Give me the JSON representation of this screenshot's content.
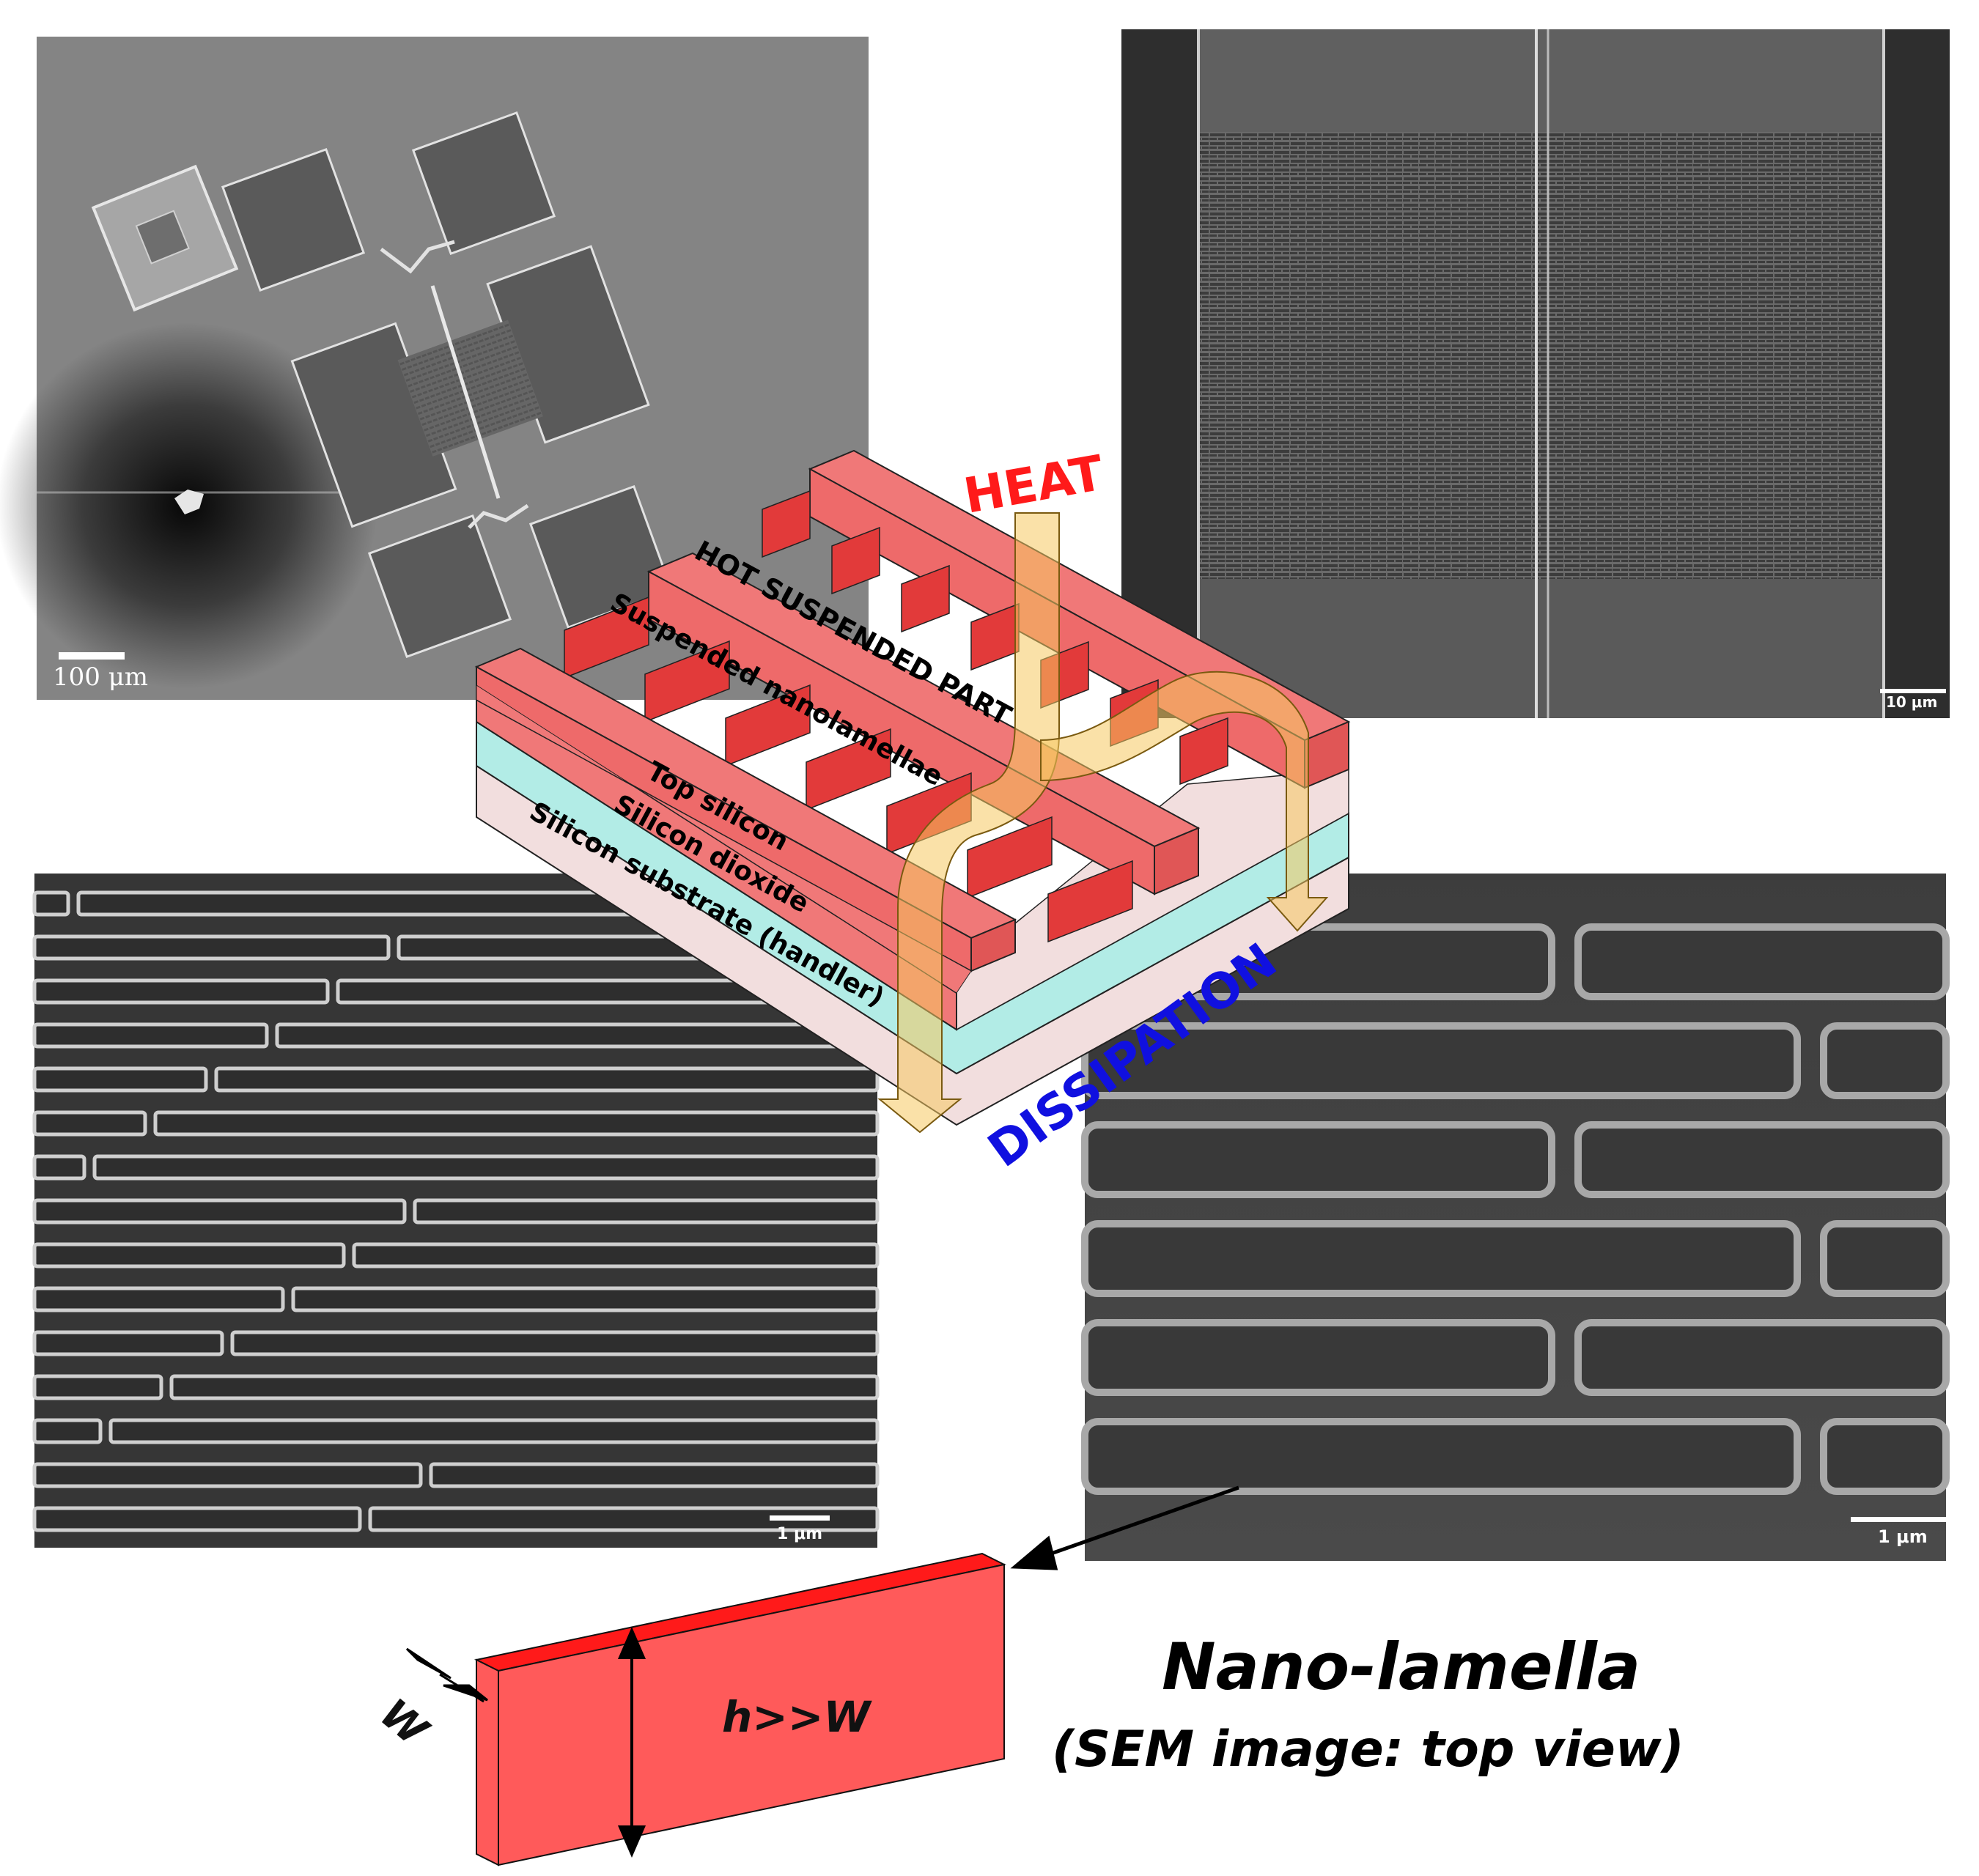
{
  "panels": {
    "top_left": {
      "scale_label": "100 μm"
    },
    "top_right": {
      "scale_label": "10 μm"
    },
    "bottom_left": {
      "scale_label": "1 μm"
    },
    "bottom_right": {
      "scale_label": "1 μm"
    }
  },
  "schematic": {
    "heat_label": "HEAT",
    "dissipation_label": "DISSIPATION",
    "layers": {
      "hot_part": "HOT SUSPENDED PART",
      "nanolamellae": "Suspended nanolamellae",
      "top_silicon": "Top silicon",
      "silicon_dioxide": "Silicon dioxide",
      "substrate": "Silicon substrate (handler)"
    }
  },
  "lamella": {
    "height_label": "h>>W",
    "width_label": "W",
    "title": "Nano-lamella",
    "subtitle": "(SEM image: top view)"
  },
  "colors": {
    "heat": "#ff1a1a",
    "dissipation": "#1010e0",
    "silicon_red": "#f07878",
    "oxide_cyan": "#b2ece6",
    "substrate_pink": "#f2dede",
    "lamella_red": "#ff5a5a"
  }
}
